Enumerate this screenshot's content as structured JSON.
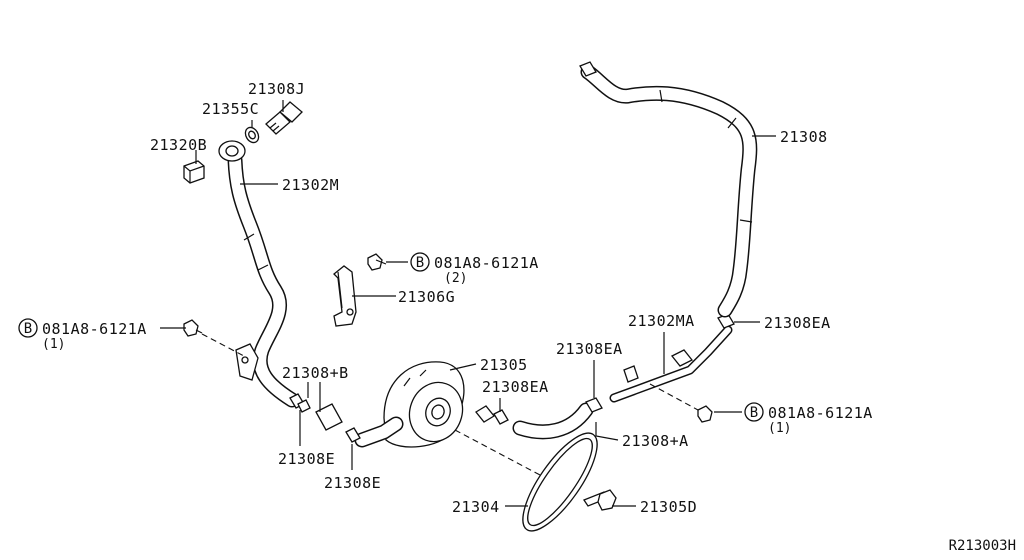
{
  "diagram": {
    "reference_code": "R213003H",
    "labels": {
      "p21308J": "21308J",
      "p21355C": "21355C",
      "p21320B": "21320B",
      "p21302M": "21302M",
      "bolt_top_code": "081A8-6121A",
      "bolt_top_qty": "(2)",
      "bolt_b_letter": "B",
      "p21306G": "21306G",
      "bolt_left_code": "081A8-6121A",
      "bolt_left_qty": "(1)",
      "p21308": "21308",
      "p21302MA": "21302MA",
      "p21308EA_right": "21308EA",
      "p21305": "21305",
      "p21308EA_mid": "21308EA",
      "p21308EA_center": "21308EA",
      "p21308B": "21308+B",
      "p21308E_left": "21308E",
      "p21308E_low": "21308E",
      "p21308A": "21308+A",
      "bolt_right_code": "081A8-6121A",
      "bolt_right_qty": "(1)",
      "p21304": "21304",
      "p21305D": "21305D"
    }
  }
}
